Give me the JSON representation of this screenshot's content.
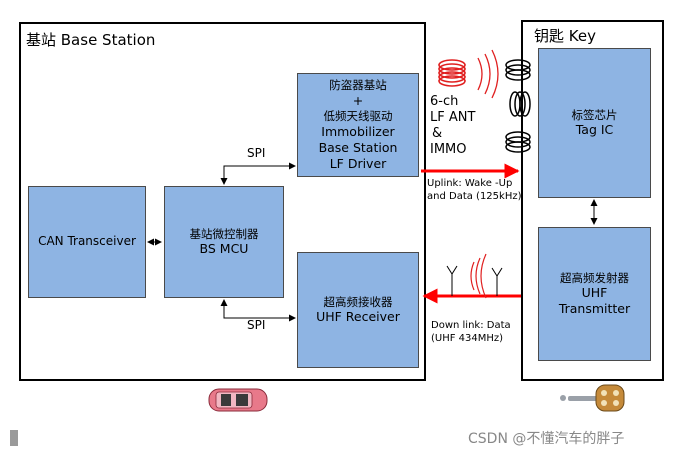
{
  "base_station": {
    "title": "基站 Base Station",
    "immobilizer": {
      "line1": "防盗器基站",
      "line2": "+",
      "line3": "低频天线驱动",
      "line4": "Immobilizer",
      "line5": "Base Station",
      "line6": "LF Driver"
    },
    "can": {
      "label": "CAN Transceiver"
    },
    "mcu": {
      "line1": "基站微控制器",
      "line2": "BS MCU"
    },
    "uhf_receiver": {
      "line1": "超高频接收器",
      "line2": "UHF Receiver"
    },
    "spi_top": "SPI",
    "spi_bottom": "SPI"
  },
  "key": {
    "title": "钥匙 Key",
    "tag_ic": {
      "line1": "标签芯片",
      "line2": "Tag IC"
    },
    "uhf_transmitter": {
      "line1": "超高频发射器",
      "line2": "UHF",
      "line3": "Transmitter"
    }
  },
  "antenna_label": {
    "line1": "6-ch",
    "line2": "LF ANT",
    "line3": "&",
    "line4": "IMMO"
  },
  "uplink": {
    "line1": "Uplink: Wake -Up",
    "line2": "and Data (125kHz)"
  },
  "downlink": {
    "line1": "Down link: Data",
    "line2": "(UHF 434MHz)"
  },
  "watermark": "CSDN @不懂汽车的胖子",
  "colors": {
    "block_fill": "#8eb4e3",
    "arrow_red": "#ff0000",
    "coil_red": "#e02020"
  }
}
